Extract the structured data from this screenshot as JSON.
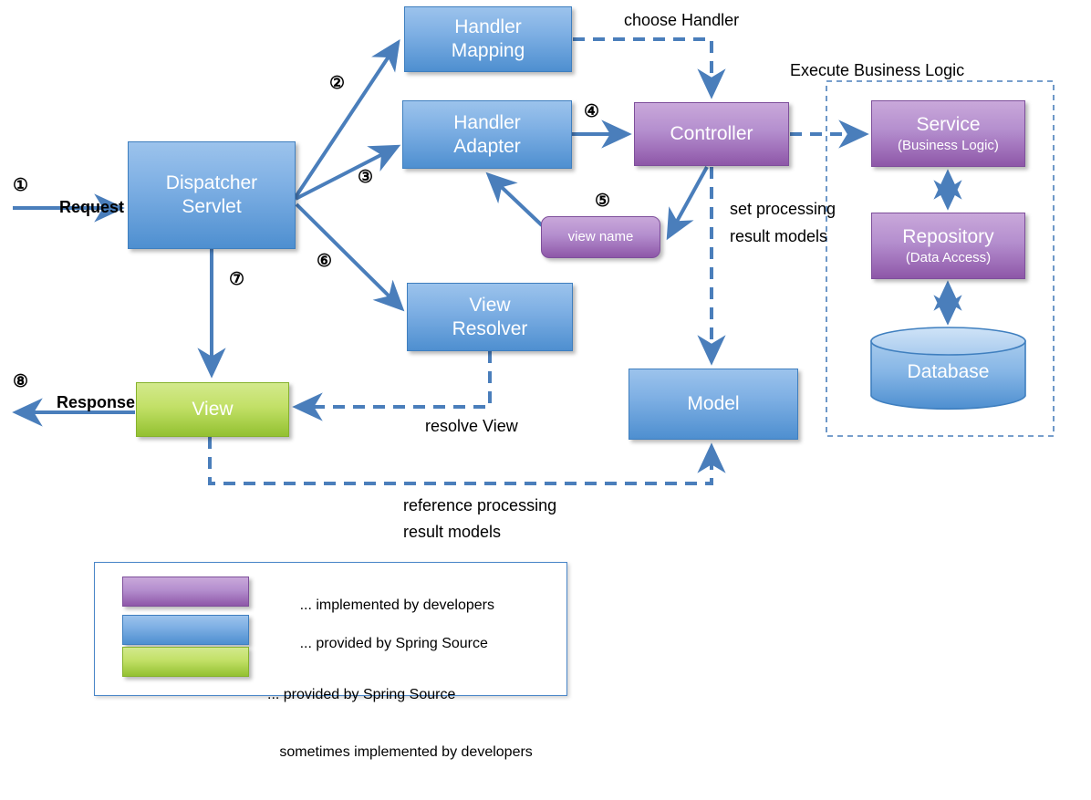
{
  "diagram": {
    "title": "Spring MVC Request Lifecycle",
    "colors": {
      "blue": "#5b9bd5",
      "purple": "#9a63b8",
      "green": "#a9cc44",
      "line": "#4a7ebb",
      "text": "#000000"
    },
    "nodes": {
      "dispatcher_servlet": {
        "line1": "Dispatcher",
        "line2": "Servlet",
        "kind": "blue"
      },
      "handler_mapping": {
        "line1": "Handler",
        "line2": "Mapping",
        "kind": "blue"
      },
      "handler_adapter": {
        "line1": "Handler",
        "line2": "Adapter",
        "kind": "blue"
      },
      "controller": {
        "line1": "Controller",
        "kind": "purple"
      },
      "view_name": {
        "line1": "view name",
        "kind": "purple"
      },
      "view_resolver": {
        "line1": "View",
        "line2": "Resolver",
        "kind": "blue"
      },
      "view": {
        "line1": "View",
        "kind": "green"
      },
      "model": {
        "line1": "Model",
        "kind": "blue"
      },
      "service": {
        "line1": "Service",
        "sub": "(Business Logic)",
        "kind": "purple"
      },
      "repository": {
        "line1": "Repository",
        "sub": "(Data Access)",
        "kind": "purple"
      },
      "database": {
        "line1": "Database",
        "kind": "blue-cylinder"
      }
    },
    "labels": {
      "request": "Request",
      "response": "Response",
      "choose_handler": "choose Handler",
      "execute_business_logic": "Execute Business Logic",
      "set_processing": "set processing",
      "result_models": "result models",
      "resolve_view": "resolve View",
      "reference_processing": "reference processing",
      "reference_result_models": "result models"
    },
    "step_numbers": {
      "s1": "①",
      "s2": "②",
      "s3": "③",
      "s4": "④",
      "s5": "⑤",
      "s6": "⑥",
      "s7": "⑦",
      "s8": "⑧"
    },
    "legend": {
      "items": [
        {
          "color": "purple",
          "line1": "... implemented by developers",
          "line2": ""
        },
        {
          "color": "blue",
          "line1": "... provided by Spring Source",
          "line2": ""
        },
        {
          "color": "green",
          "line1": "... provided by Spring Source",
          "line2": "   sometimes implemented by developers"
        }
      ]
    }
  }
}
